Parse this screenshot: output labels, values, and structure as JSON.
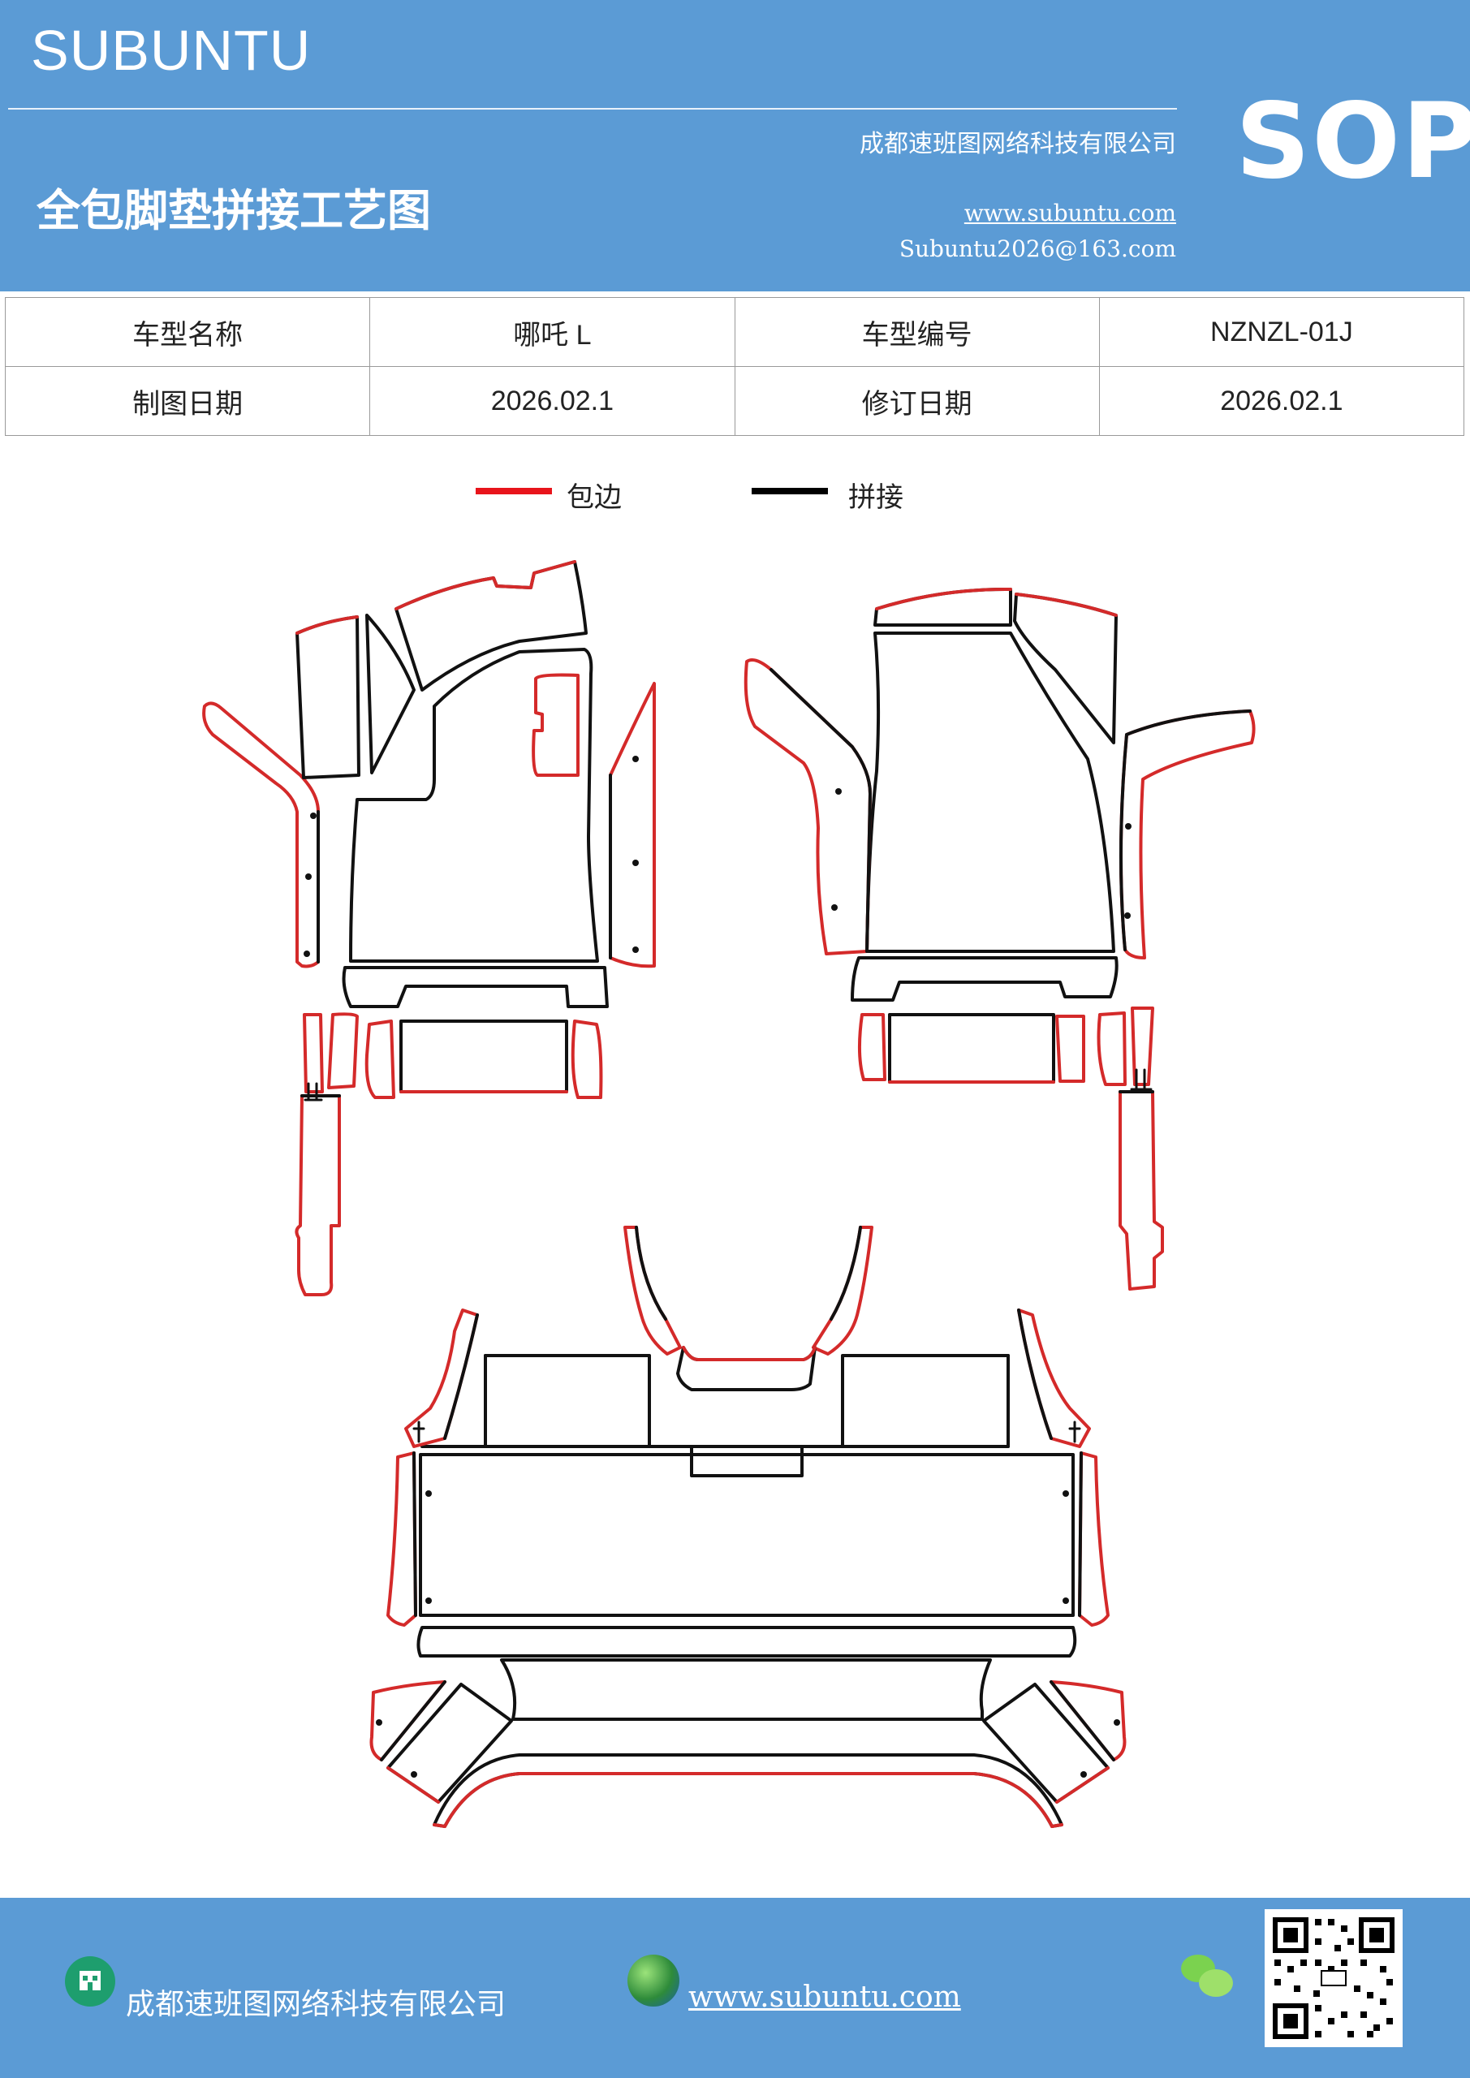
{
  "header": {
    "brand": "SUBUNTU",
    "company": "成都速班图网络科技有限公司",
    "title": "全包脚垫拼接工艺图",
    "website": "www.subuntu.com",
    "email": "Subuntu2026@163.com",
    "badge": "SOP"
  },
  "info": {
    "row1": {
      "label1": "车型名称",
      "value1": "哪吒 L",
      "label2": "车型编号",
      "value2": "NZNZL-01J"
    },
    "row2": {
      "label1": "制图日期",
      "value1": "2026.02.1",
      "label2": "修订日期",
      "value2": "2026.02.1"
    }
  },
  "legend": {
    "items": [
      {
        "label": "包边",
        "color": "#e8141b"
      },
      {
        "label": "拼接",
        "color": "#000000"
      }
    ]
  },
  "footer": {
    "company": "成都速班图网络科技有限公司",
    "website": "www.subuntu.com"
  },
  "colors": {
    "header_bg": "#5b9bd5",
    "edge": "#d42a2a",
    "seam": "#111111"
  }
}
